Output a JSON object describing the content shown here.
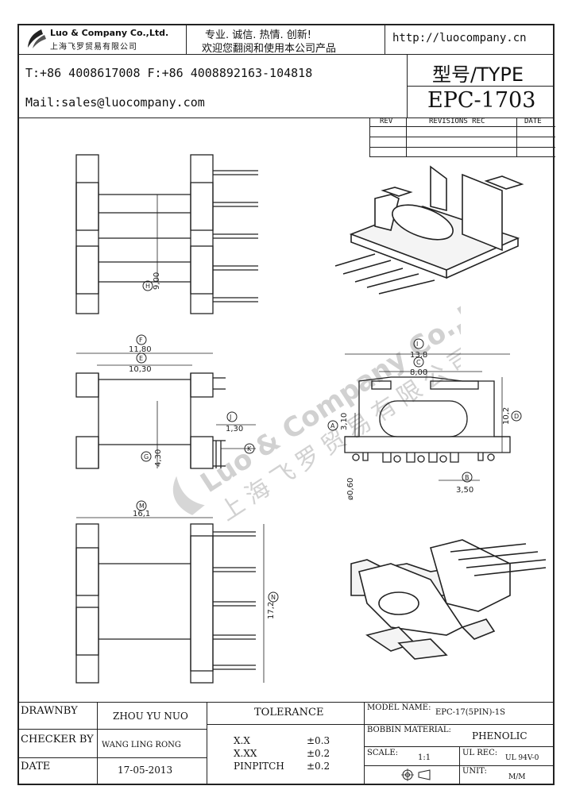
{
  "header": {
    "company_name": "Luo & Company Co.,Ltd.",
    "company_name_cn": "上海飞罗贸易有限公司",
    "slogan_line1": "专业. 诚信.  热情.  创新!",
    "slogan_line2": "欢迎您翻阅和使用本公司产品",
    "website": "http://luocompany.cn",
    "phone": "T:+86 4008617008 F:+86 4008892163-104818",
    "email": "Mail:sales@luocompany.com",
    "type_label": "型号/TYPE",
    "type_value": "EPC-1703"
  },
  "revisions": {
    "headers": [
      "REV",
      "REVISIONS REC",
      "DATE"
    ],
    "rows": [
      [
        "",
        "",
        ""
      ],
      [
        "",
        "",
        ""
      ],
      [
        "",
        "",
        ""
      ]
    ]
  },
  "watermark": {
    "text_en": "Luo & Company Co.,Ltd.",
    "text_cn": "上海飞罗贸易有限公司"
  },
  "dimensions": {
    "h_label": "H",
    "h_value": "9,00",
    "f_label": "F",
    "f_value": "11,80",
    "e_label": "E",
    "e_value": "10,30",
    "j_label": "J",
    "j_value": "1,30",
    "k_label": "K",
    "g_label": "G",
    "g_value": "4,30",
    "m_label": "M",
    "m_value": "16,1",
    "n_label": "N",
    "n_value": "17,2",
    "i_label": "I",
    "i_value": "13,8",
    "c_label": "C",
    "c_value": "8,00",
    "d_label": "D",
    "d_value": "10,2",
    "a_label": "A",
    "a_value": "3,10",
    "b_label": "B",
    "b_value": "3,50",
    "pin_value": "ø0,60"
  },
  "footer": {
    "drawnby_label": "DRAWNBY",
    "drawnby_value": "ZHOU YU NUO",
    "checker_label": "CHECKER BY",
    "checker_value": "WANG LING RONG",
    "date_label": "DATE",
    "date_value": "17-05-2013",
    "tolerance_title": "TOLERANCE",
    "tol_rows": [
      {
        "label": "X.X",
        "value": "±0.3"
      },
      {
        "label": "X.XX",
        "value": "±0.2"
      },
      {
        "label": "PINPITCH",
        "value": "±0.2"
      }
    ],
    "model_label": "MODEL NAME:",
    "model_value": "EPC-17(5PIN)-1S",
    "material_label": "BOBBIN MATERIAL:",
    "material_value": "PHENOLIC",
    "scale_label": "SCALE:",
    "scale_value": "1:1",
    "ulrec_label": "UL REC:",
    "ulrec_value": "UL 94V-0",
    "unit_label": "UNIT:",
    "unit_value": "M/M"
  }
}
